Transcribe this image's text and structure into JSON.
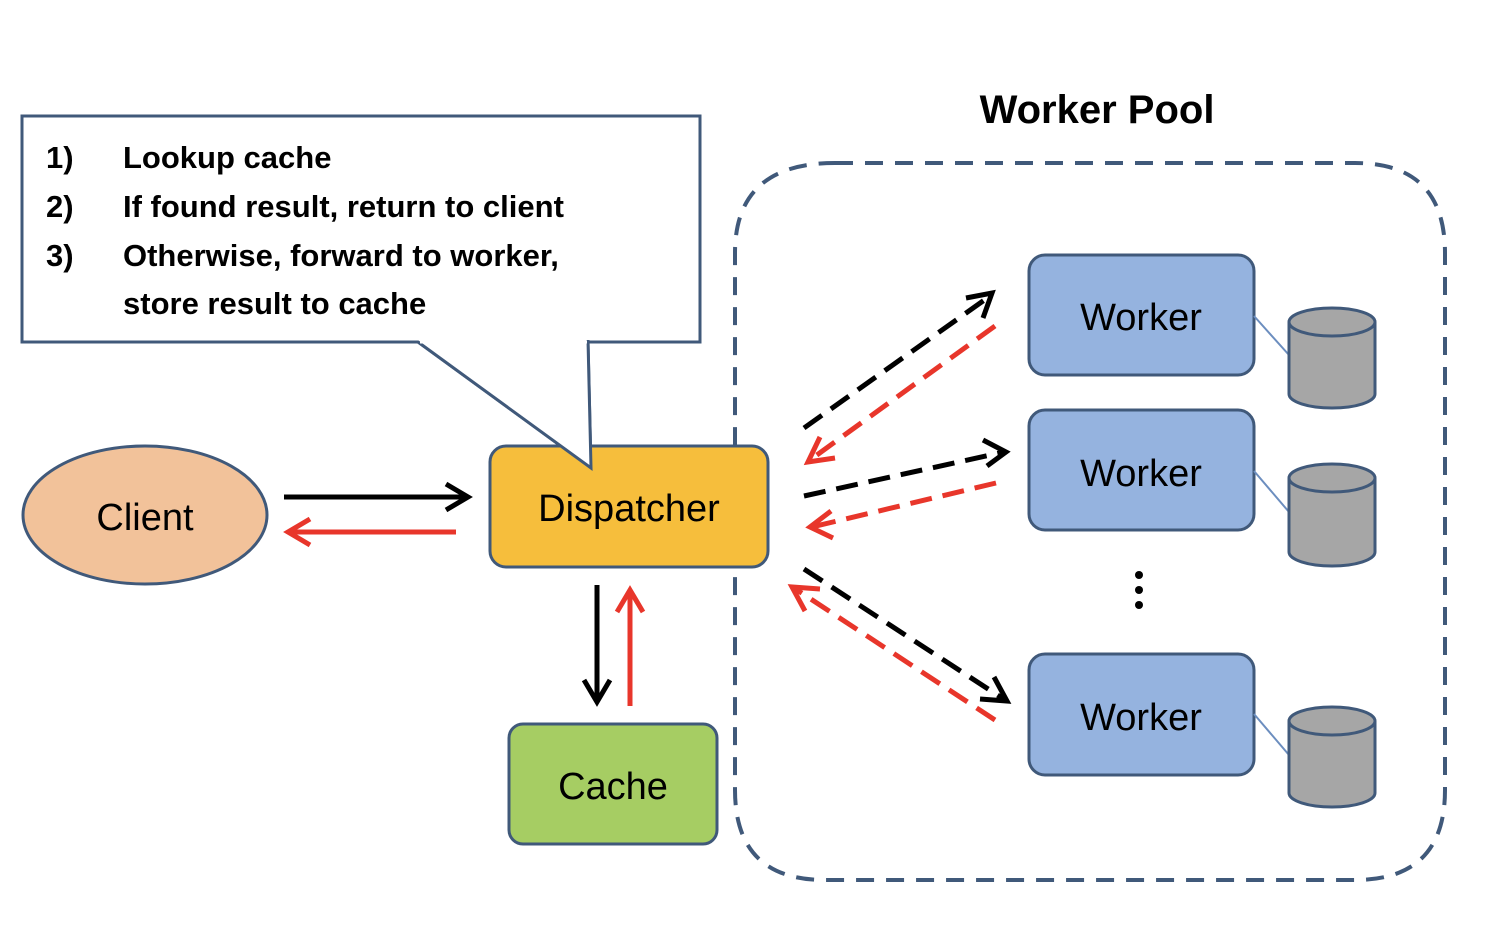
{
  "callout": {
    "steps": [
      {
        "num": "1)",
        "text": "Lookup cache"
      },
      {
        "num": "2)",
        "text": "If found result, return to client"
      },
      {
        "num": "3)",
        "text": "Otherwise, forward to worker,",
        "continuation": "store result to cache"
      }
    ]
  },
  "pool_title": "Worker Pool",
  "nodes": {
    "client": "Client",
    "dispatcher": "Dispatcher",
    "cache": "Cache",
    "workers": [
      "Worker",
      "Worker",
      "Worker"
    ],
    "ellipsis": "⋮"
  },
  "colors": {
    "client_fill": "#F2C29A",
    "dispatcher_fill": "#F6BE3C",
    "cache_fill": "#A6CD63",
    "worker_fill": "#95B3DF",
    "storage_fill": "#A6A6A6",
    "outline": "#40597A",
    "request_arrow": "#000000",
    "response_arrow": "#E8362B",
    "pool_border": "#40597A"
  },
  "legend_semantics": {
    "request_arrow_color": "black",
    "response_arrow_color": "red"
  }
}
